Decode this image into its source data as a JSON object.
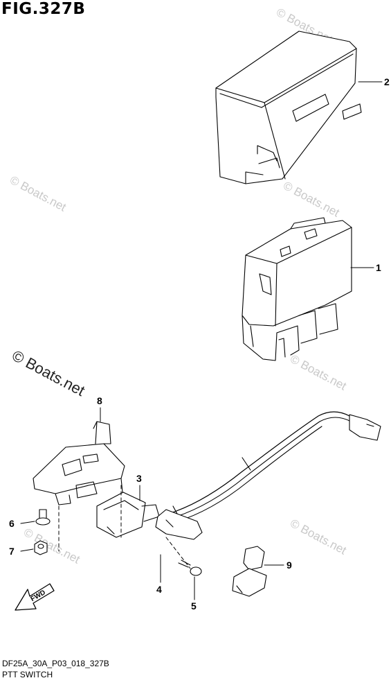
{
  "figure": {
    "title": "FIG.327B",
    "code": "DF25A_30A_P03_018_327B",
    "name": "PTT SWITCH"
  },
  "watermark": {
    "text": "© Boats.net"
  },
  "callouts": [
    {
      "number": "1"
    },
    {
      "number": "2"
    },
    {
      "number": "3"
    },
    {
      "number": "4"
    },
    {
      "number": "5"
    },
    {
      "number": "6"
    },
    {
      "number": "7"
    },
    {
      "number": "8"
    },
    {
      "number": "9"
    }
  ],
  "direction_arrow": {
    "label": "FWD"
  }
}
